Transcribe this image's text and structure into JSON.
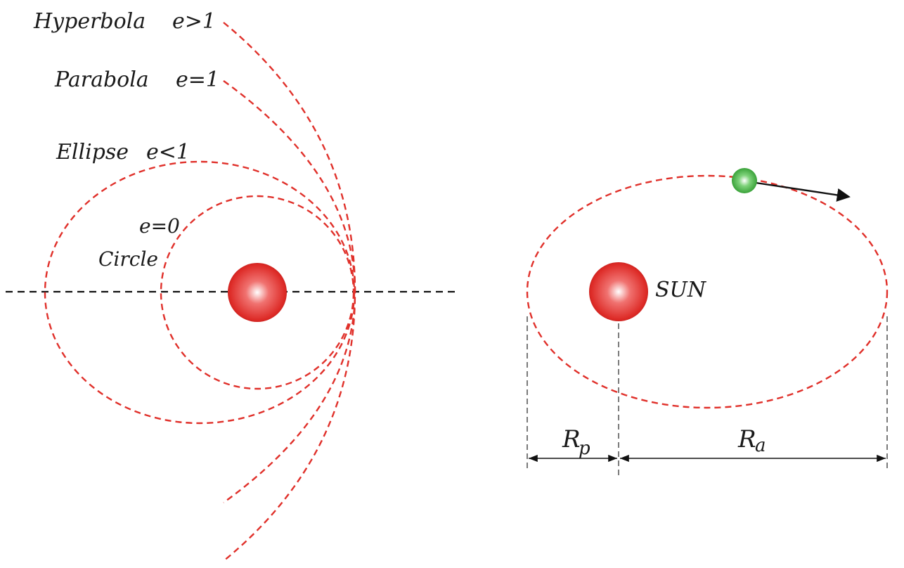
{
  "labels": {
    "hyperbola": "Hyperbola",
    "hyperbola_e": "e>1",
    "parabola": "Parabola",
    "parabola_e": "e=1",
    "ellipse": "Ellipse",
    "ellipse_e": "e<1",
    "circle": "Circle",
    "circle_e": "e=0",
    "sun": "SUN",
    "rp_main": "R",
    "rp_sub": "p",
    "ra_main": "R",
    "ra_sub": "a"
  },
  "colors": {
    "orbit": "#e0302a",
    "sun": "#e53a36",
    "planet": "#3cb43c",
    "axis": "#111111"
  }
}
